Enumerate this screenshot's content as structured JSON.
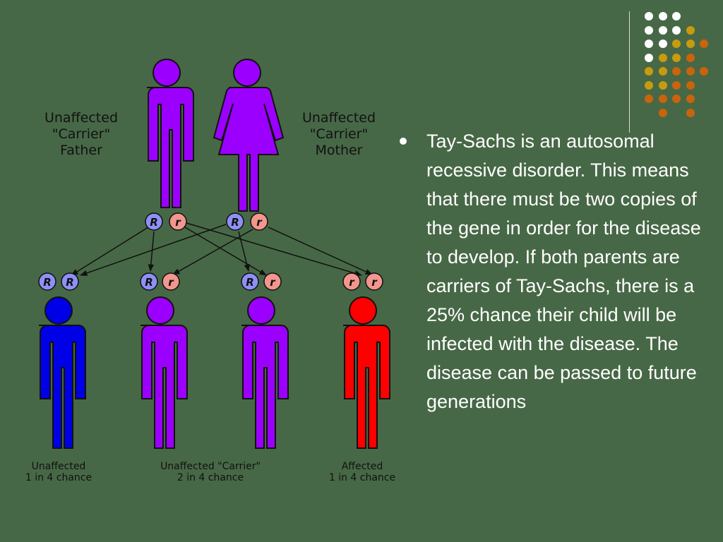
{
  "diagram": {
    "father_label": [
      "Unaffected",
      "\"Carrier\"",
      "Father"
    ],
    "mother_label": [
      "Unaffected",
      "\"Carrier\"",
      "Mother"
    ],
    "allele_dominant": "R",
    "allele_recessive": "r",
    "outcomes": [
      {
        "line1": "Unaffected",
        "line2": "1 in 4 chance"
      },
      {
        "line1": "Unaffected \"Carrier\"",
        "line2": "2 in 4 chance"
      },
      {
        "line1": "Affected",
        "line2": "1 in 4 chance"
      }
    ]
  },
  "bullet": {
    "text": "Tay-Sachs is an autosomal recessive disorder. This means that there must be two copies of the gene in order for the disease to develop. If both parents are carriers of Tay-Sachs, there is a 25% chance their child will be infected with the disease. The disease can be passed to future generations"
  },
  "colors": {
    "background": "#476846",
    "carrier": "#9b00ff",
    "unaffected": "#0000e6",
    "affected": "#ff0000",
    "allele_dominant": "#8d90f5",
    "allele_recessive": "#f2968e",
    "dot_white": "#ffffff",
    "dot_gold": "#c89b0e",
    "dot_orange": "#c9630c"
  }
}
